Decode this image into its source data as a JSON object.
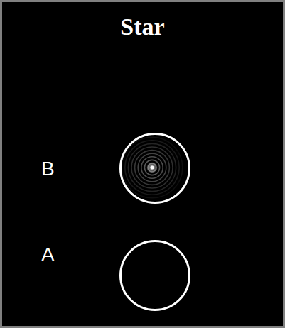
{
  "diagram": {
    "title": "Star",
    "nodes": [
      {
        "text": [
          "B"
        ]
      },
      {
        "text": [
          "A"
        ]
      }
    ]
  }
}
